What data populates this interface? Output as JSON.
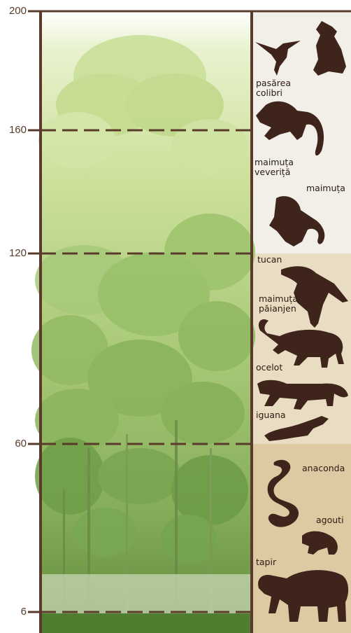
{
  "axis": {
    "ticks": [
      {
        "value": "200"
      },
      {
        "value": "160"
      },
      {
        "value": "120"
      },
      {
        "value": "60"
      },
      {
        "value": "6"
      }
    ]
  },
  "layers": [
    {
      "name_key": "emergent",
      "color": "#f1efe7"
    },
    {
      "name_key": "canopy",
      "color": "#e8dcc2"
    },
    {
      "name_key": "understory",
      "color": "#ddc9a2"
    }
  ],
  "animals": [
    {
      "key": "hummingbird",
      "label": "pasărea\ncolibri",
      "icon": "hummingbird-icon"
    },
    {
      "key": "eagle",
      "label": "",
      "icon": "eagle-icon"
    },
    {
      "key": "squirrel-monkey",
      "label": "maimuța\nveveriță",
      "icon": "monkey-icon"
    },
    {
      "key": "monkey",
      "label": "maimuța",
      "icon": "monkey-icon"
    },
    {
      "key": "toucan",
      "label": "tucan",
      "icon": "toucan-icon"
    },
    {
      "key": "spider-monkey",
      "label": "maimuța\npăianjen",
      "icon": "spider-monkey-icon"
    },
    {
      "key": "ocelot",
      "label": "ocelot",
      "icon": "ocelot-icon"
    },
    {
      "key": "iguana",
      "label": "iguana",
      "icon": "iguana-icon"
    },
    {
      "key": "anaconda",
      "label": "anaconda",
      "icon": "snake-icon"
    },
    {
      "key": "agouti",
      "label": "agouti",
      "icon": "agouti-icon"
    },
    {
      "key": "tapir",
      "label": "tapir",
      "icon": "tapir-icon"
    }
  ],
  "colors": {
    "axis": "#5a3b2b",
    "silhouette": "#3e241b",
    "forest_light": "#cfe3a0",
    "forest_mid": "#9fc46b",
    "forest_dark": "#5e8f3c"
  }
}
